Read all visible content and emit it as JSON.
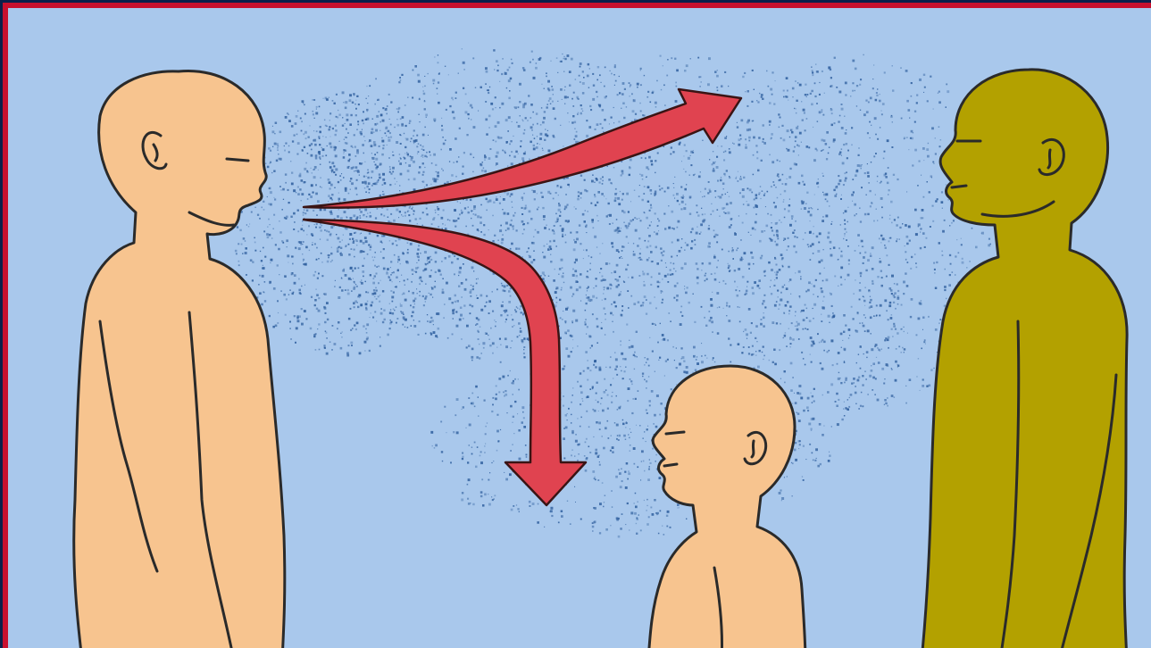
{
  "colors": {
    "frame_dark": "#0b1f4a",
    "frame_red": "#c8102e",
    "background": "#a9c8ec",
    "droplet": "#2f5f9e",
    "skin_light": "#f7c48f",
    "skin_olive": "#b3a100",
    "outline": "#2a2a2a",
    "arrow": "#e04350",
    "arrow_outline": "#3a1414"
  },
  "figures": [
    {
      "role": "source-person",
      "skin": "skin_light"
    },
    {
      "role": "child",
      "skin": "skin_light"
    },
    {
      "role": "exposed-person",
      "skin": "skin_olive"
    }
  ],
  "icons": [
    "spray-cloud",
    "arrow-long-range",
    "arrow-short-range"
  ]
}
